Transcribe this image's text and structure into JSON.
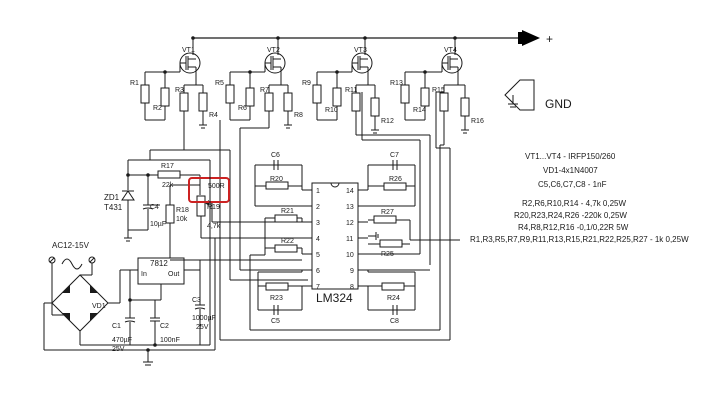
{
  "transistors": {
    "vt1": "VT1",
    "vt2": "VT2",
    "vt3": "VT3",
    "vt4": "VT4"
  },
  "resistors": {
    "r1": "R1",
    "r2": "R2",
    "r3": "R3",
    "r4": "R4",
    "r5": "R5",
    "r6": "R6",
    "r7": "R7",
    "r8": "R8",
    "r9": "R9",
    "r10": "R10",
    "r11": "R11",
    "r12": "R12",
    "r13": "R13",
    "r14": "R14",
    "r15": "R15",
    "r16": "R16",
    "r17": "R17",
    "r17_val": "22k",
    "r18": "R18",
    "r18_val": "10k",
    "r19": "R19",
    "r19_val": "4,7k",
    "r19_trim": "500R",
    "r20": "R20",
    "r21": "R21",
    "r22": "R22",
    "r23": "R23",
    "r24": "R24",
    "r25": "R25",
    "r26": "R26",
    "r27": "R27"
  },
  "capacitors": {
    "c1": "C1",
    "c1_val": "470µF",
    "c1_v": "25V",
    "c2": "C2",
    "c2_val": "100nF",
    "c3": "C3",
    "c3_val": "1000µF",
    "c3_v": "25V",
    "c4": "C4",
    "c4_val": "10µF",
    "c5": "C5",
    "c6": "C6",
    "c7": "C7",
    "c8": "C8"
  },
  "diodes": {
    "zd1": "ZD1",
    "zd1_type": "T431",
    "vd1": "VD1"
  },
  "regulator": {
    "name": "7812",
    "in": "In",
    "out": "Out"
  },
  "ic": {
    "name": "LM324",
    "pins_left": [
      "1",
      "2",
      "3",
      "4",
      "5",
      "6",
      "7"
    ],
    "pins_right": [
      "14",
      "13",
      "12",
      "11",
      "10",
      "9",
      "8"
    ]
  },
  "supply": {
    "ac": "AC12-15V",
    "plus": "+",
    "gnd": "GND"
  },
  "notes": [
    "VT1...VT4 - IRFP150/260",
    "VD1-4x1N4007",
    "C5,C6,C7,C8 - 1nF",
    "R2,R6,R10,R14 - 4,7k 0,25W",
    "R20,R23,R24,R26 -220k 0,25W",
    "R4,R8,R12,R16 -0,1/0,22R 5W",
    "R1,R3,R5,R7,R9,R11,R13,R15,R21,R22,R25,R27 - 1k 0,25W"
  ],
  "colors": {
    "line": "#1a1a1a",
    "highlight": "#cc2222",
    "background": "#ffffff"
  }
}
